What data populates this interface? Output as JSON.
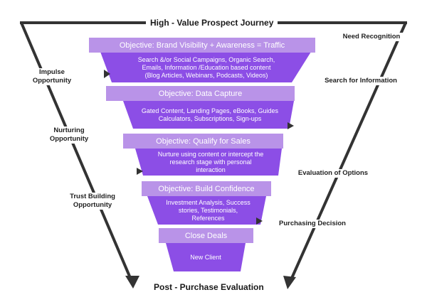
{
  "title": "High - Value Prospect Journey",
  "footer": "Post - Purchase Evaluation",
  "colors": {
    "objective_bar": "#b993e8",
    "funnel_body": "#8c4ee6",
    "arrow": "#333333",
    "line": "#333333"
  },
  "left_labels": [
    {
      "text": "Impulse\nOpportunity"
    },
    {
      "text": "Nurturing\nOpportunity"
    },
    {
      "text": "Trust Building\nOpportunity"
    }
  ],
  "right_labels": [
    {
      "text": "Need Recognition"
    },
    {
      "text": "Search for Information"
    },
    {
      "text": "Evaluation of Options"
    },
    {
      "text": "Purchasing Decision"
    }
  ],
  "stages": [
    {
      "objective": "Objective: Brand Visibility + Awareness = Traffic",
      "content": "Search &/or Social Campaigns, Organic Search,\nEmails, Information /Education based content\n(Blog Articles, Webinars, Podcasts, Videos)"
    },
    {
      "objective": "Objective: Data Capture",
      "content": "Gated Content, Landing Pages, eBooks, Guides\nCalculators, Subscriptions, Sign-ups"
    },
    {
      "objective": "Objective: Qualify for Sales",
      "content": "Nurture using content or intercept the\nresearch stage with personal\ninteraction"
    },
    {
      "objective": "Objective: Build Confidence",
      "content": "Investment Analysis, Success\nstories, Testimonials,\nReferences"
    },
    {
      "objective": "Close Deals",
      "content": "New Client"
    }
  ]
}
